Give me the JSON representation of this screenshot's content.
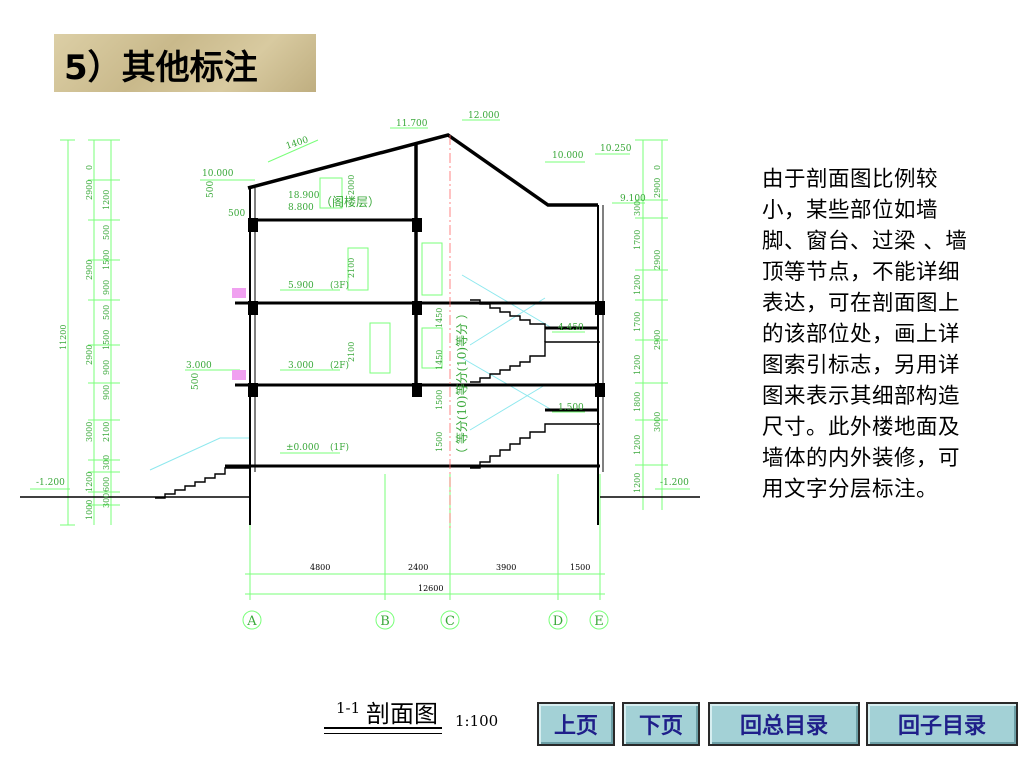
{
  "title": "5）其他标注",
  "description": "由于剖面图比例较小，某些部位如墙脚、窗台、过梁 、墙顶等节点，不能详细表达，可在剖面图上的该部位处，画上详图索引标志，另用详图来表示其细部构造尺寸。此外楼地面及墙体的内外装修，可用文字分层标注。",
  "caption": {
    "number": "1-1",
    "name": "剖面图",
    "scale": "1:100"
  },
  "nav": {
    "prev": "上页",
    "next": "下页",
    "toc": "回总目录",
    "sub": "回子目录"
  },
  "drawing": {
    "elevations": {
      "ridge": "12.000",
      "top": "11.700",
      "left_eave": "10.000",
      "right_eave": "10.000",
      "right_parapet": "10.250",
      "right_roof": "9.100",
      "attic": "8.800",
      "attic_top": "18.900",
      "f3": "5.900",
      "f2": "3.000",
      "f2_left": "3.000",
      "f1": "±0.000",
      "landing_upper": "4.450",
      "landing_lower": "1.500",
      "ground_left": "-1.200",
      "ground_right": "-1.200"
    },
    "floor_tags": {
      "attic": "（阁楼层）",
      "f3": "(3F)",
      "f2": "(2F)",
      "f1": "(1F)"
    },
    "stair_label": "（ 等分(10)等分(10)等分 ）",
    "roof_dim": "1400",
    "left_small": [
      "500",
      "500",
      "500"
    ],
    "left_dims_outer": [
      "0",
      "2900",
      "2900",
      "3000",
      "1000"
    ],
    "left_dims_inner": [
      "1200",
      "500",
      "1500",
      "900",
      "500",
      "1500",
      "900",
      "900",
      "2100",
      "300",
      "600",
      "300",
      "1200"
    ],
    "left_total": "11200",
    "right_dims_outer": [
      "0",
      "2900",
      "2900",
      "2900",
      "3000"
    ],
    "right_dims_inner": [
      "300",
      "1700",
      "1200",
      "1700",
      "1200",
      "1800",
      "1200",
      "1200"
    ],
    "center_dims": [
      "2000",
      "2100",
      "2100",
      "1450",
      "1450",
      "1500",
      "1500"
    ],
    "bottom_dims": [
      "4800",
      "2400",
      "3900",
      "1500"
    ],
    "bottom_total": "12600",
    "axes": [
      "A",
      "B",
      "C",
      "D",
      "E"
    ]
  }
}
